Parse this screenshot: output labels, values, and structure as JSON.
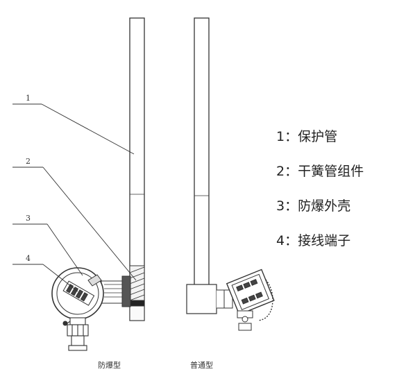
{
  "callouts": [
    "1",
    "2",
    "3",
    "4"
  ],
  "legend": [
    {
      "label": "1：保护管"
    },
    {
      "label": "2：干簧管组件"
    },
    {
      "label": "3：防爆外壳"
    },
    {
      "label": "4：接线端子"
    }
  ],
  "captions": {
    "explosion_proof": "防爆型",
    "ordinary": "普通型"
  }
}
